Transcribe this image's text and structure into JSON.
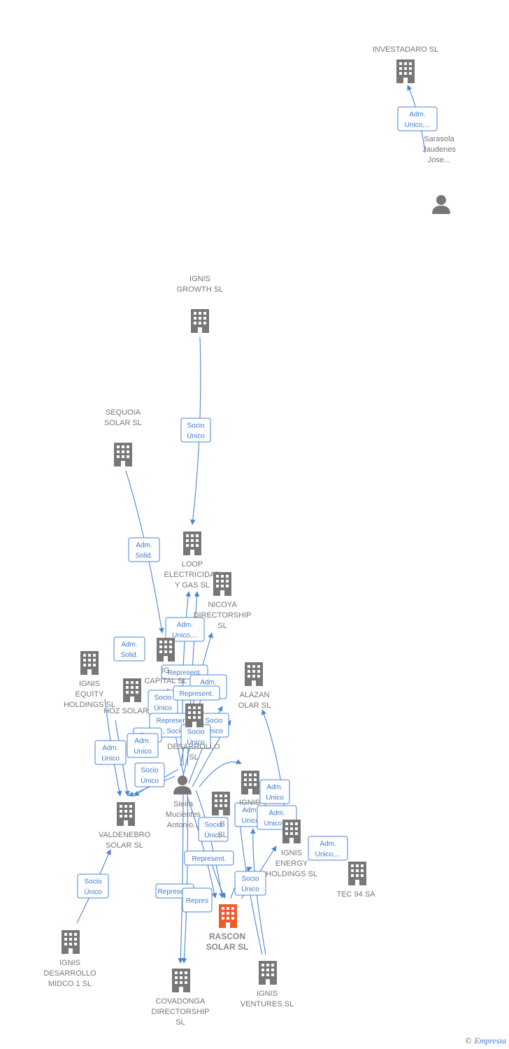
{
  "colors": {
    "company": "#777777",
    "main": "#f15a2b",
    "edge": "#4a86d4"
  },
  "nodes": [
    {
      "id": "investadaro",
      "lines": [
        "INVESTADARO SL"
      ],
      "kind": "company"
    },
    {
      "id": "sarasola",
      "lines": [
        "Sarasola",
        "Jaudenes",
        "Jose..."
      ],
      "kind": "person"
    },
    {
      "id": "ignis_growth",
      "lines": [
        "IGNIS",
        "GROWTH  SL"
      ],
      "kind": "company"
    },
    {
      "id": "sequoia",
      "lines": [
        "SEQUOIA",
        "SOLAR  SL"
      ],
      "kind": "company"
    },
    {
      "id": "loop",
      "lines": [
        "LOOP",
        "ELECTRICIDAD",
        "Y GAS  SL"
      ],
      "kind": "company"
    },
    {
      "id": "nicoya",
      "lines": [
        "NICOYA",
        "DIRECTORSHIP",
        "SL"
      ],
      "kind": "company"
    },
    {
      "id": "ignis_capital",
      "lines": [
        "IG",
        "CAPITAL  SL"
      ],
      "kind": "company"
    },
    {
      "id": "ignis_equity",
      "lines": [
        "IGNIS",
        "EQUITY",
        "HOLDINGS  SL"
      ],
      "kind": "company"
    },
    {
      "id": "hoz_solar",
      "lines": [
        "HOZ SOLAR"
      ],
      "kind": "company"
    },
    {
      "id": "alazan",
      "lines": [
        "ALAZAN",
        "OLAR  SL"
      ],
      "kind": "company"
    },
    {
      "id": "ignis_desarrollo",
      "lines": [
        "DESARROLLO",
        "SL"
      ],
      "kind": "company"
    },
    {
      "id": "sieira",
      "lines": [
        "Sieira",
        "Mucientes",
        "Antonio..."
      ],
      "kind": "person"
    },
    {
      "id": "valdenebro",
      "lines": [
        "VALDENEBRO",
        "SOLAR  SL"
      ],
      "kind": "company"
    },
    {
      "id": "ignis_mid",
      "lines": [
        "IGNIS"
      ],
      "kind": "company"
    },
    {
      "id": "ignis_b",
      "lines": [
        "B",
        "SL"
      ],
      "kind": "company"
    },
    {
      "id": "ignis_energy",
      "lines": [
        "IGNIS",
        "ENERGY",
        "HOLDINGS  SL"
      ],
      "kind": "company"
    },
    {
      "id": "tec94",
      "lines": [
        "TEC 94 SA"
      ],
      "kind": "company"
    },
    {
      "id": "rascon",
      "lines": [
        "RASCON",
        "SOLAR  SL"
      ],
      "kind": "main"
    },
    {
      "id": "midco",
      "lines": [
        "IGNIS",
        "DESARROLLO",
        "MIDCO 1  SL"
      ],
      "kind": "company"
    },
    {
      "id": "covadonga",
      "lines": [
        "COVADONGA",
        "DIRECTORSHIP",
        "SL"
      ],
      "kind": "company"
    },
    {
      "id": "ignis_ventures",
      "lines": [
        "IGNIS",
        "VENTURES  SL"
      ],
      "kind": "company"
    }
  ],
  "relations": [
    {
      "lines": [
        "Adm.",
        "Unico,..."
      ]
    },
    {
      "lines": [
        "Socio",
        "Único"
      ]
    },
    {
      "lines": [
        "Adm.",
        "Solid."
      ]
    },
    {
      "lines": [
        "Adm.",
        "Solid."
      ]
    },
    {
      "lines": [
        "Adm.",
        "Unico,..."
      ]
    },
    {
      "lines": [
        "Represent."
      ]
    },
    {
      "lines": [
        "Adm.",
        "Unico"
      ]
    },
    {
      "lines": [
        "Socio",
        "Único"
      ]
    },
    {
      "lines": [
        "Represent."
      ]
    },
    {
      "lines": [
        "Represent.",
        ", Socio"
      ]
    },
    {
      "lines": [
        "Socio",
        "Único"
      ]
    },
    {
      "lines": [
        "Socio",
        "Único"
      ]
    },
    {
      "lines": [
        "Repr"
      ]
    },
    {
      "lines": [
        "Adm.",
        "Unico"
      ]
    },
    {
      "lines": [
        "Adm.",
        "Unico"
      ]
    },
    {
      "lines": [
        "Socio",
        "Único"
      ]
    },
    {
      "lines": [
        "Represent."
      ]
    },
    {
      "lines": [
        "Adm.",
        "Unico"
      ]
    },
    {
      "lines": [
        "Adm.",
        "Unico,..."
      ]
    },
    {
      "lines": [
        "Socio",
        "Único"
      ]
    },
    {
      "lines": [
        "Adm.",
        "Unico,..."
      ]
    },
    {
      "lines": [
        "Represent."
      ]
    },
    {
      "lines": [
        "Repres"
      ]
    },
    {
      "lines": [
        "Socio",
        "Único"
      ]
    },
    {
      "lines": [
        "Adm.",
        "Unico"
      ]
    },
    {
      "lines": [
        "Socio",
        "Único"
      ]
    }
  ],
  "brand": {
    "copyright": "©",
    "name": "Empresia"
  }
}
